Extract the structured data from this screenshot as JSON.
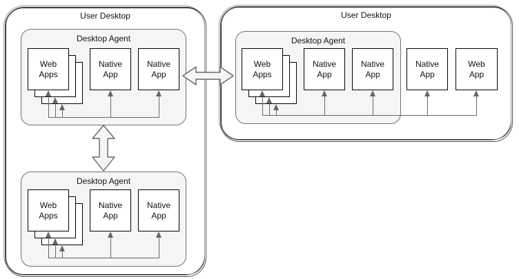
{
  "left_desktop": {
    "label": "User Desktop",
    "top_agent": {
      "label": "Desktop Agent",
      "web_apps": "Web Apps",
      "native_app_1": "Native App",
      "native_app_2": "Native App"
    },
    "bottom_agent": {
      "label": "Desktop Agent",
      "web_apps": "Web Apps",
      "native_app_1": "Native App",
      "native_app_2": "Native App"
    }
  },
  "right_desktop": {
    "label": "User Desktop",
    "agent": {
      "label": "Desktop Agent",
      "web_apps": "Web Apps",
      "native_app_1": "Native App",
      "native_app_2": "Native App"
    },
    "external_native_app": "Native App",
    "external_web_app": "Web App"
  },
  "icons": {
    "horizontal_sync_arrow": "bidirectional-double-arrow",
    "vertical_sync_arrow": "bidirectional-double-arrow"
  },
  "colors": {
    "agent_fill": "#F5F5F5",
    "agent_border": "#707070",
    "node_fill": "#FFFFFF",
    "node_border": "#000000",
    "connector": "#666666",
    "big_arrow_fill": "#F5F5F5",
    "big_arrow_border": "#666666"
  }
}
